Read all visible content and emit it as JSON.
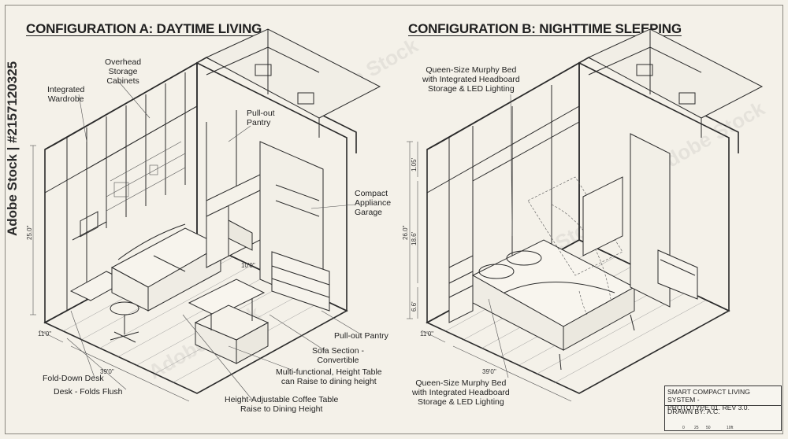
{
  "config_a": {
    "title": "CONFIGURATION A: DAYTIME LIVING",
    "labels": {
      "overhead_storage": "Overhead\nStorage\nCabinets",
      "integrated_wardrobe": "Integrated\nWardrobe",
      "pullout_pantry_top": "Pull-out\nPantry",
      "compact_appliance": "Compact\nAppliance\nGarage",
      "pullout_pantry_bottom": "Pull-out Pantry",
      "sofa_section": "Sofa Section -\nConvertible",
      "multifunctional_table": "Multi-functional, Height Table\ncan Raise to dining height",
      "coffee_table": "Height-Adjustable Coffee Table\nRaise to Dining Height",
      "fold_down_desk": "Fold-Down Desk",
      "desk_folds": "Desk - Folds Flush"
    },
    "dims": {
      "height": "25.0\"",
      "left_depth": "11'0\"",
      "front_width": "39'0\"",
      "inner": "10'0\""
    }
  },
  "config_b": {
    "title": "CONFIGURATION B: NIGHTTIME SLEEPING",
    "labels": {
      "murphy_top": "Queen-Size Murphy Bed\nwith Integrated Headboard\nStorage & LED Lighting",
      "murphy_bottom": "Queen-Size Murphy Bed\nwith Integrated Headboard\nStorage & LED Lighting"
    },
    "dims": {
      "height_total": "26.0\"",
      "top_seg": "1.05'",
      "mid_seg": "18.6'",
      "low_seg": "6.6'",
      "left_depth": "11'0\"",
      "front_width": "39'0\""
    }
  },
  "title_block": {
    "line1": "SMART COMPACT LIVING SYSTEM -",
    "line2": "PROTOTYPE 01. REV 3.0.",
    "drawn_by": "DRAWN BY: A.C.",
    "scale_ticks": [
      "0",
      "25",
      "50",
      "10ft"
    ]
  },
  "side_watermark": "Adobe Stock | #2157120325",
  "overlay_watermark": "Adobe Stock"
}
